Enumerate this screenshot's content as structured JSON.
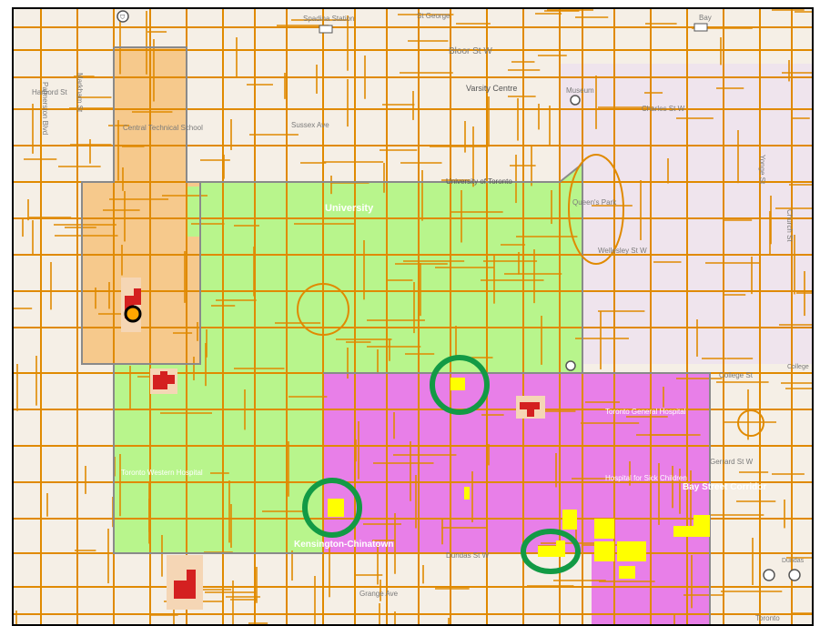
{
  "map": {
    "colors": {
      "background": "#f5efe6",
      "road": "#e08a00",
      "zone_orange": "#f6c98c",
      "zone_green": "#b8f58c",
      "zone_purple": "#e87fe8",
      "zone_lilac": "#ecdff0",
      "building_red": "#d42020",
      "building_yellow": "#ffff00",
      "building_beige": "#f5d6b5",
      "highlight_circle": "#129a45",
      "station_marker": "#ffa500"
    },
    "street_labels": {
      "spadina_station": "Spadina Station",
      "st_george": "St George",
      "bloor": "Bloor St W",
      "bay": "Bay",
      "varsity": "Varsity Centre",
      "museum": "Museum",
      "charles": "Charles St W",
      "markham": "Markham St",
      "palmerston": "Palmerston Blvd",
      "central_tech": "Central Technical School",
      "harbord": "Harbord St",
      "university": "University",
      "university_of_toronto": "University of Toronto",
      "queens_park": "Queen's Park",
      "wellesley": "Wellesley St W",
      "college": "College St",
      "college_right": "College",
      "toronto_general": "Toronto General Hospital",
      "sick_children": "Hospital for Sick Children",
      "bay_street": "Bay Street Corridor",
      "toronto_western": "Toronto Western Hospital",
      "kensington": "Kensington-Chinatown",
      "dundas": "Dundas St W",
      "dundas_right": "Dundas",
      "grange": "Grange Ave",
      "toronto_right": "Toronto",
      "gerrard": "Gerrard St W",
      "sussex": "Sussex Ave",
      "yonge": "Yonge St",
      "church": "Church St"
    }
  }
}
